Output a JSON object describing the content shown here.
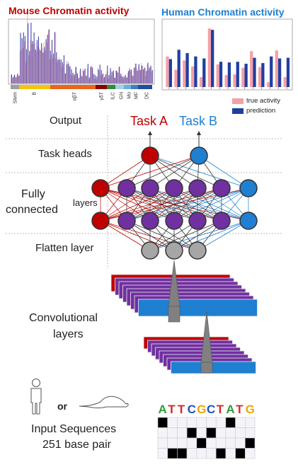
{
  "mouse_panel": {
    "title": "Mouse Chromatin activity",
    "title_color": "#c00000",
    "categories": [
      "Stem",
      "B",
      "αβT",
      "γδT",
      "ILC",
      "GN",
      "Mo",
      "MF",
      "DC"
    ],
    "category_colors": [
      "#9e9e9e",
      "#f2c40f",
      "#e8671c",
      "#8b0000",
      "#2e8b3a",
      "#9fd3e8",
      "#6baed6",
      "#3e7fc1",
      "#1f4e9c"
    ],
    "bar_color": "#3b3ea8",
    "overlay_color": "#f4a0a8"
  },
  "human_panel": {
    "title": "Human Chromatin activity",
    "title_color": "#1f7fd1",
    "legend": [
      {
        "label": "true activity",
        "color": "#f4a0a8"
      },
      {
        "label": "prediction",
        "color": "#1f3fa0"
      }
    ],
    "chart_data": {
      "type": "bar",
      "series": [
        {
          "name": "true activity",
          "values": [
            0.46,
            0.26,
            0.4,
            0.31,
            0.15,
            0.88,
            0.34,
            0.18,
            0.19,
            0.29,
            0.54,
            0.3,
            0.07,
            0.55,
            0.15
          ]
        },
        {
          "name": "prediction",
          "values": [
            0.42,
            0.56,
            0.51,
            0.46,
            0.43,
            0.86,
            0.38,
            0.37,
            0.38,
            0.35,
            0.44,
            0.36,
            0.46,
            0.43,
            0.44
          ]
        }
      ]
    }
  },
  "network": {
    "output_label": "Output",
    "task_a_label": "Task A",
    "task_b_label": "Task B",
    "task_a_color": "#c00000",
    "task_b_color": "#1f7fd1",
    "task_heads_label": "Task heads",
    "fc_label_line1": "Fully",
    "fc_label_line2": "connected",
    "layers_label": "layers",
    "flatten_label": "Flatten layer",
    "conv_label_line1": "Convolutional",
    "conv_label_line2": "layers",
    "node_colors": {
      "task_a": "#c00000",
      "task_b": "#1f7fd1",
      "shared": "#7030a0",
      "flatten": "#a6a6a6"
    }
  },
  "input": {
    "or_label": "or",
    "label_line1": "Input Sequences",
    "label_line2": "251 base pair",
    "sequence": [
      "A",
      "T",
      "T",
      "C",
      "G",
      "C",
      "T",
      "A",
      "T",
      "G"
    ],
    "base_colors": {
      "A": "#2e9e3a",
      "T": "#d62728",
      "C": "#1f4fbf",
      "G": "#f0a500"
    },
    "onehot_rows": [
      [
        1,
        0,
        0,
        0,
        0,
        0,
        0,
        1,
        0,
        0
      ],
      [
        0,
        0,
        0,
        1,
        0,
        1,
        0,
        0,
        0,
        0
      ],
      [
        0,
        0,
        0,
        0,
        1,
        0,
        0,
        0,
        0,
        1
      ],
      [
        0,
        1,
        1,
        0,
        0,
        0,
        1,
        0,
        1,
        0
      ]
    ]
  }
}
